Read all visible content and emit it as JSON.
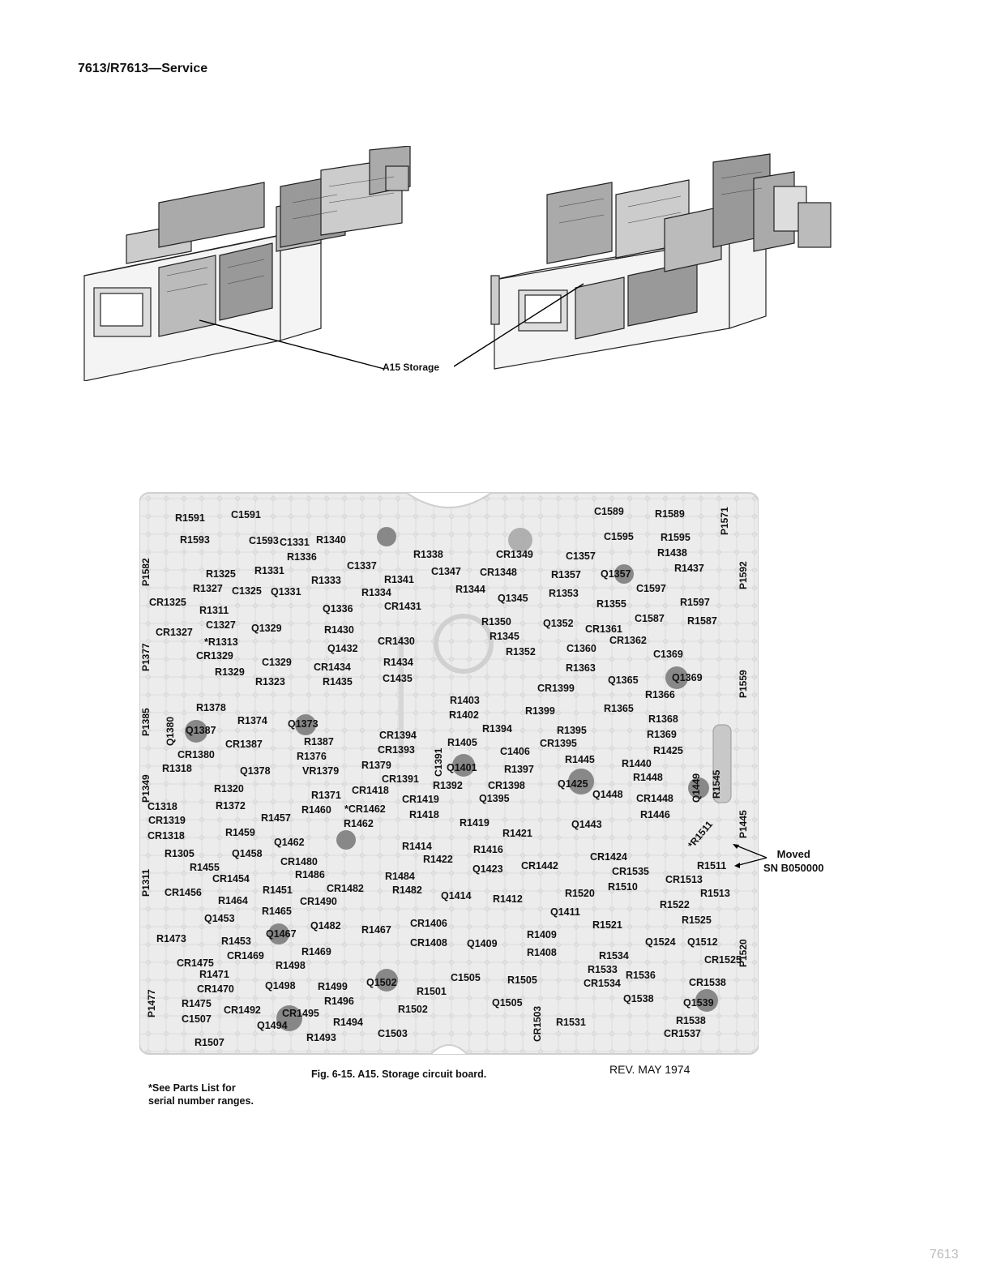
{
  "header": {
    "title": "7613/R7613—Service"
  },
  "illustration": {
    "callout": "A15 Storage"
  },
  "board": {
    "labels": [
      "R1591",
      "C1591",
      "C1589",
      "R1589",
      "R1593",
      "C1593",
      "C1331",
      "R1340",
      "C1595",
      "R1595",
      "R1336",
      "R1338",
      "CR1349",
      "C1357",
      "R1438",
      "R1325",
      "R1331",
      "C1337",
      "C1347",
      "CR1348",
      "R1357",
      "Q1357",
      "R1437",
      "R1327",
      "C1325",
      "Q1331",
      "R1333",
      "R1341",
      "R1334",
      "R1344",
      "Q1345",
      "R1353",
      "C1597",
      "CR1325",
      "R1311",
      "Q1336",
      "CR1431",
      "R1355",
      "R1597",
      "C1327",
      "Q1329",
      "R1430",
      "R1350",
      "Q1352",
      "CR1361",
      "C1587",
      "R1587",
      "CR1327",
      "*R1313",
      "CR1430",
      "R1345",
      "CR1362",
      "Q1432",
      "R1352",
      "C1360",
      "C1369",
      "CR1329",
      "C1329",
      "R1434",
      "R1363",
      "R1329",
      "CR1434",
      "Q1365",
      "Q1369",
      "R1323",
      "R1435",
      "C1435",
      "CR1399",
      "R1366",
      "R1403",
      "R1378",
      "R1402",
      "R1399",
      "R1365",
      "R1374",
      "Q1373",
      "R1368",
      "Q1387",
      "CR1394",
      "R1394",
      "R1395",
      "R1369",
      "CR1387",
      "R1387",
      "R1405",
      "CR1393",
      "CR1395",
      "CR1380",
      "R1376",
      "C1406",
      "R1425",
      "R1445",
      "R1440",
      "R1318",
      "Q1378",
      "VR1379",
      "R1379",
      "Q1401",
      "R1397",
      "CR1391",
      "R1448",
      "R1320",
      "R1392",
      "CR1398",
      "Q1425",
      "R1371",
      "CR1418",
      "Q1448",
      "C1318",
      "R1372",
      "CR1419",
      "Q1395",
      "CR1448",
      "R1460",
      "*CR1462",
      "R1446",
      "R1457",
      "R1418",
      "R1419",
      "CR1319",
      "R1462",
      "Q1443",
      "R1459",
      "R1421",
      "CR1318",
      "Q1462",
      "R1414",
      "R1416",
      "R1305",
      "Q1458",
      "R1422",
      "CR1424",
      "CR1480",
      "CR1442",
      "R1511",
      "R1455",
      "Q1423",
      "CR1535",
      "R1486",
      "R1484",
      "CR1513",
      "R1510",
      "CR1454",
      "R1451",
      "CR1482",
      "R1482",
      "R1520",
      "CR1456",
      "Q1414",
      "R1412",
      "R1513",
      "R1464",
      "CR1490",
      "R1522",
      "R1465",
      "Q1411",
      "R1525",
      "Q1453",
      "CR1406",
      "R1521",
      "Q1482",
      "R1467",
      "R1409",
      "Q1467",
      "R1473",
      "R1453",
      "CR1408",
      "Q1409",
      "Q1524",
      "Q1512",
      "R1469",
      "R1408",
      "R1534",
      "CR1475",
      "CR1469",
      "CR1525",
      "R1498",
      "R1533",
      "R1471",
      "C1505",
      "R1536",
      "R1505",
      "CR1470",
      "Q1498",
      "R1499",
      "Q1502",
      "R1501",
      "CR1534",
      "CR1538",
      "R1496",
      "Q1538",
      "R1475",
      "Q1505",
      "R1502",
      "Q1539",
      "CR1492",
      "CR1495",
      "C1507",
      "R1494",
      "R1531",
      "R1538",
      "Q1494",
      "C1503",
      "R1507",
      "R1493",
      "CR1537"
    ],
    "vertical_labels": [
      "P1571",
      "P1582",
      "P1592",
      "P1377",
      "P1559",
      "P1385",
      "Q1380",
      "C1391",
      "R1545",
      "P1349",
      "Q1449",
      "P1445",
      "*R1511",
      "P1311",
      "P1520",
      "P1477",
      "CR1503"
    ]
  },
  "moved_note": {
    "line1": "Moved",
    "line2": "SN B050000"
  },
  "caption": "Fig. 6-15.  A15. Storage circuit board.",
  "revision": "REV. MAY 1974",
  "footnote": {
    "line1": "*See Parts List for",
    "line2": "serial number ranges."
  },
  "page_number": "7613"
}
